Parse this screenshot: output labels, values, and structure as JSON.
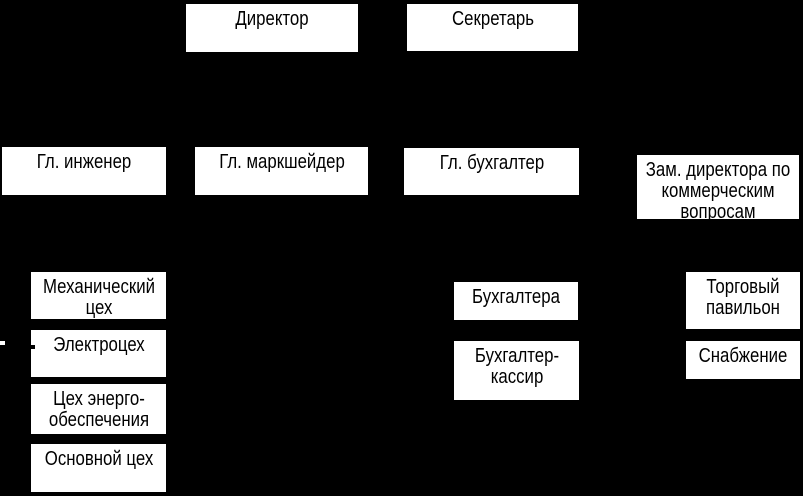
{
  "colors": {
    "background": "#000000",
    "box_background": "#ffffff",
    "box_text": "#000000"
  },
  "org_chart": {
    "type": "organizational-diagram",
    "nodes": [
      {
        "name": "director",
        "label": "Директор",
        "lines": [
          "Директор"
        ]
      },
      {
        "name": "secretary",
        "label": "Секретарь",
        "lines": [
          "Секретарь"
        ]
      },
      {
        "name": "chief-engineer",
        "label": "Гл. инженер",
        "lines": [
          "Гл. инженер"
        ]
      },
      {
        "name": "chief-surveyor",
        "label": "Гл. маркшейдер",
        "lines": [
          "Гл. маркшейдер"
        ]
      },
      {
        "name": "chief-accountant",
        "label": "Гл. бухгалтер",
        "lines": [
          "Гл. бухгалтер"
        ]
      },
      {
        "name": "deputy-director-commercial",
        "label": "Зам. директора по коммерческим вопросам",
        "lines": [
          "Зам. директора по",
          "коммерческим",
          "вопросам"
        ]
      },
      {
        "name": "mechanical-shop",
        "label": "Механический цех",
        "lines": [
          "Механический",
          "цех"
        ]
      },
      {
        "name": "electrical-shop",
        "label": "Электроцех",
        "lines": [
          "Электроцех"
        ]
      },
      {
        "name": "energy-supply-shop",
        "label": "Цех энерго-обеспечения",
        "lines": [
          "Цех энерго-",
          "обеспечения"
        ]
      },
      {
        "name": "main-shop",
        "label": "Основной цех",
        "lines": [
          "Основной цех"
        ]
      },
      {
        "name": "accountants",
        "label": "Бухгалтера",
        "lines": [
          "Бухгалтера"
        ]
      },
      {
        "name": "accountant-cashier",
        "label": "Бухгалтер-кассир",
        "lines": [
          "Бухгалтер-",
          "кассир"
        ]
      },
      {
        "name": "trade-pavilion",
        "label": "Торговый павильон",
        "lines": [
          "Торговый",
          "павильон"
        ]
      },
      {
        "name": "supply",
        "label": "Снабжение",
        "lines": [
          "Снабжение"
        ]
      }
    ]
  }
}
